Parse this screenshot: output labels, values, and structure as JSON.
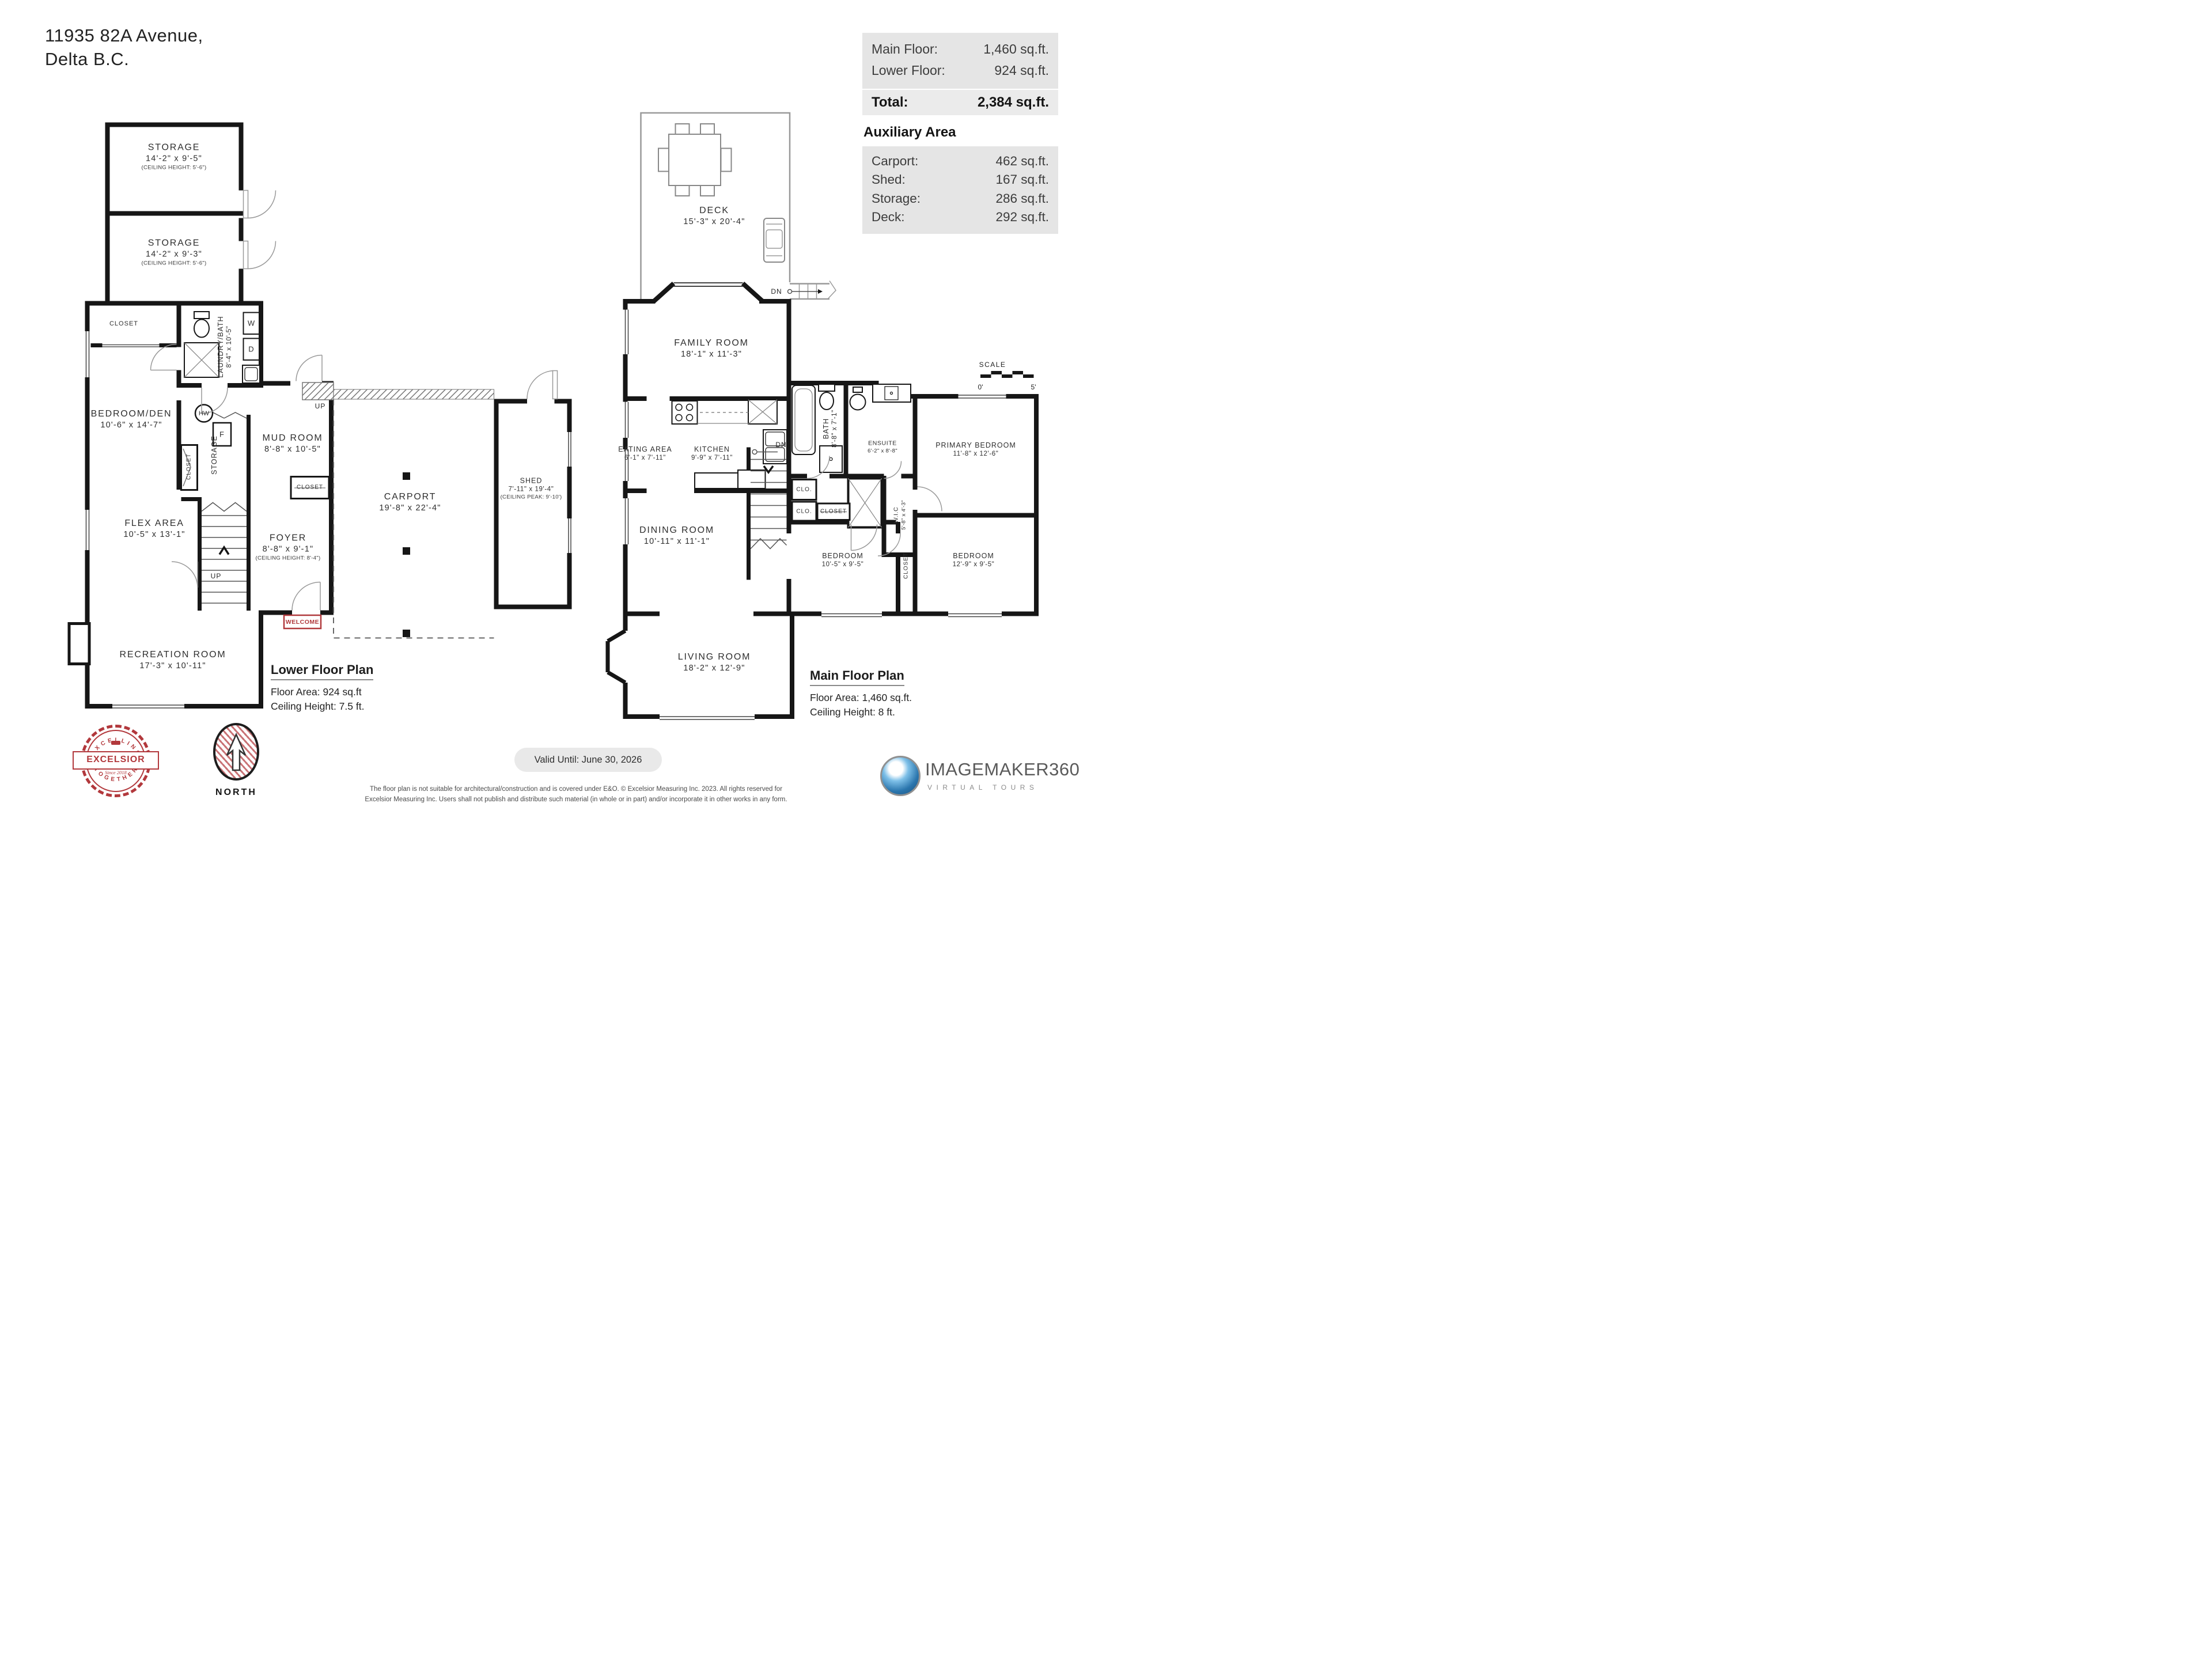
{
  "title": {
    "line1": "11935 82A Avenue,",
    "line2": "Delta B.C."
  },
  "summary": {
    "floors": [
      {
        "label": "Main Floor:",
        "value": "1,460 sq.ft."
      },
      {
        "label": "Lower Floor:",
        "value": "924 sq.ft."
      }
    ],
    "total": {
      "label": "Total:",
      "value": "2,384 sq.ft."
    },
    "auxiliary_heading": "Auxiliary Area",
    "auxiliary": [
      {
        "label": "Carport:",
        "value": "462 sq.ft."
      },
      {
        "label": "Shed:",
        "value": "167 sq.ft."
      },
      {
        "label": "Storage:",
        "value": "286 sq.ft."
      },
      {
        "label": "Deck:",
        "value": "292 sq.ft."
      }
    ]
  },
  "lower_plan": {
    "title": "Lower Floor Plan",
    "floor_area": "Floor Area: 924 sq.ft",
    "ceiling_height": "Ceiling Height: 7.5 ft.",
    "rooms": [
      {
        "id": "storage-top",
        "name": "STORAGE",
        "dims": "14'-2\" x 9'-5\"",
        "note": "(CEILING HEIGHT: 5'-6\")"
      },
      {
        "id": "storage-bottom",
        "name": "STORAGE",
        "dims": "14'-2\" x 9'-3\"",
        "note": "(CEILING HEIGHT: 5'-6\")"
      },
      {
        "id": "bedroom-den",
        "name": "BEDROOM/DEN",
        "dims": "10'-6\" x 14'-7\""
      },
      {
        "id": "laundry-bath",
        "name": "LAUNDRY/BATH",
        "dims": "8'-4\" x 10'-5\""
      },
      {
        "id": "mud-room",
        "name": "MUD ROOM",
        "dims": "8'-8\" x 10'-5\""
      },
      {
        "id": "storage-stairs",
        "name": "STORAGE"
      },
      {
        "id": "flex-area",
        "name": "FLEX AREA",
        "dims": "10'-5\" x 13'-1\""
      },
      {
        "id": "foyer",
        "name": "FOYER",
        "dims": "8'-8\" x 9'-1\"",
        "note": "(CEILING HEIGHT: 8'-4\")"
      },
      {
        "id": "carport",
        "name": "CARPORT",
        "dims": "19'-8\" x 22'-4\""
      },
      {
        "id": "shed",
        "name": "SHED",
        "dims": "7'-11\" x 19'-4\"",
        "note": "(CEILING PEAK: 9'-10')"
      },
      {
        "id": "recreation",
        "name": "RECREATION ROOM",
        "dims": "17'-3\" x 10'-11\""
      }
    ],
    "labels": [
      {
        "id": "closet-top",
        "text": "CLOSET"
      },
      {
        "id": "closet-bed",
        "text": "CLOSET"
      },
      {
        "id": "closet-foyer",
        "text": "CLOSET"
      },
      {
        "id": "up-stairs",
        "text": "UP"
      },
      {
        "id": "up-entry",
        "text": "UP"
      },
      {
        "id": "w",
        "text": "W"
      },
      {
        "id": "d",
        "text": "D"
      },
      {
        "id": "f",
        "text": "F"
      },
      {
        "id": "hw",
        "text": "HW"
      },
      {
        "id": "welcome",
        "text": "WELCOME"
      }
    ]
  },
  "main_plan": {
    "title": "Main Floor Plan",
    "floor_area": "Floor Area: 1,460 sq.ft.",
    "ceiling_height": "Ceiling Height: 8 ft.",
    "rooms": [
      {
        "id": "deck",
        "name": "DECK",
        "dims": "15'-3\" x 20'-4\""
      },
      {
        "id": "family",
        "name": "FAMILY ROOM",
        "dims": "18'-1\" x 11'-3\""
      },
      {
        "id": "eating",
        "name": "EATING AREA",
        "dims": "6'-1\" x 7'-11\""
      },
      {
        "id": "kitchen",
        "name": "KITCHEN",
        "dims": "9'-9\" x 7'-11\""
      },
      {
        "id": "bath",
        "name": "BATH",
        "dims": "8'-8\" x 7'-1\""
      },
      {
        "id": "ensuite",
        "name": "ENSUITE",
        "dims": "6'-2\" x 8'-8\""
      },
      {
        "id": "wic",
        "name": "W.I.C",
        "dims": "5'-8\" x 4'-3\""
      },
      {
        "id": "primary",
        "name": "PRIMARY BEDROOM",
        "dims": "11'-8\" x 12'-6\""
      },
      {
        "id": "dining",
        "name": "DINING ROOM",
        "dims": "10'-11\" x 11'-1\""
      },
      {
        "id": "bedroom-left",
        "name": "BEDROOM",
        "dims": "10'-5\" x 9'-5\""
      },
      {
        "id": "bedroom-right",
        "name": "BEDROOM",
        "dims": "12'-9\" x 9'-5\""
      },
      {
        "id": "living",
        "name": "LIVING ROOM",
        "dims": "18'-2\" x 12'-9\""
      }
    ],
    "labels": [
      {
        "id": "clo-1",
        "text": "CLO."
      },
      {
        "id": "clo-2",
        "text": "CLO."
      },
      {
        "id": "closet-hall",
        "text": "CLOSET"
      },
      {
        "id": "closet-strip",
        "text": "CLOSET"
      },
      {
        "id": "dn-stairs",
        "text": "DN"
      },
      {
        "id": "dn-deck",
        "text": "DN"
      }
    ]
  },
  "scale": {
    "label": "SCALE",
    "start": "0'",
    "end": "5'"
  },
  "footer": {
    "excelsior": {
      "arc_top": "· E X C E L L I N G ·",
      "name": "EXCELSIOR",
      "since": "Since 2018",
      "arc_bottom": "· T O G E T H E R ·"
    },
    "north_label": "NORTH",
    "valid_until": "Valid Until: June 30, 2026",
    "disclaimer_line1": "The floor plan is not suitable for architectural/construction and is covered under E&O. © Excelsior Measuring Inc. 2023. All rights reserved for",
    "disclaimer_line2": "Excelsior Measuring Inc. Users shall not publish and distribute such material (in whole or in part) and/or incorporate it in other works in any form.",
    "imagemaker": {
      "name": "IMAGEMAKER360",
      "tagline": "VIRTUAL TOURS"
    }
  }
}
